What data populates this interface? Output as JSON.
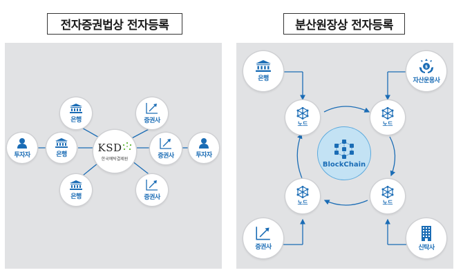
{
  "left": {
    "title": "전자증권법상 전자등록",
    "center": {
      "name": "KSD",
      "subtitle": "한국예탁결제원"
    },
    "nodes": {
      "bank_top": "은행",
      "bank_left": "은행",
      "bank_bottom": "은행",
      "sec_top": "증권사",
      "sec_right": "증권사",
      "sec_bottom": "증권사",
      "investor_left": "투자자",
      "investor_right": "투자자"
    }
  },
  "right": {
    "title": "분산원장상 전자등록",
    "center": {
      "label": "BlockChain"
    },
    "nodes": {
      "node_tl": "노드",
      "node_tr": "노드",
      "node_bl": "노드",
      "node_br": "노드",
      "bank": "은행",
      "asset_mgmt": "자산운용사",
      "securities": "증권사",
      "trust": "신탁사"
    }
  },
  "colors": {
    "accent": "#1a6cb5",
    "panel_bg": "#e1e2e4",
    "blockchain_bg": "#c3e2f4",
    "ksd_green": "#5cb531"
  }
}
